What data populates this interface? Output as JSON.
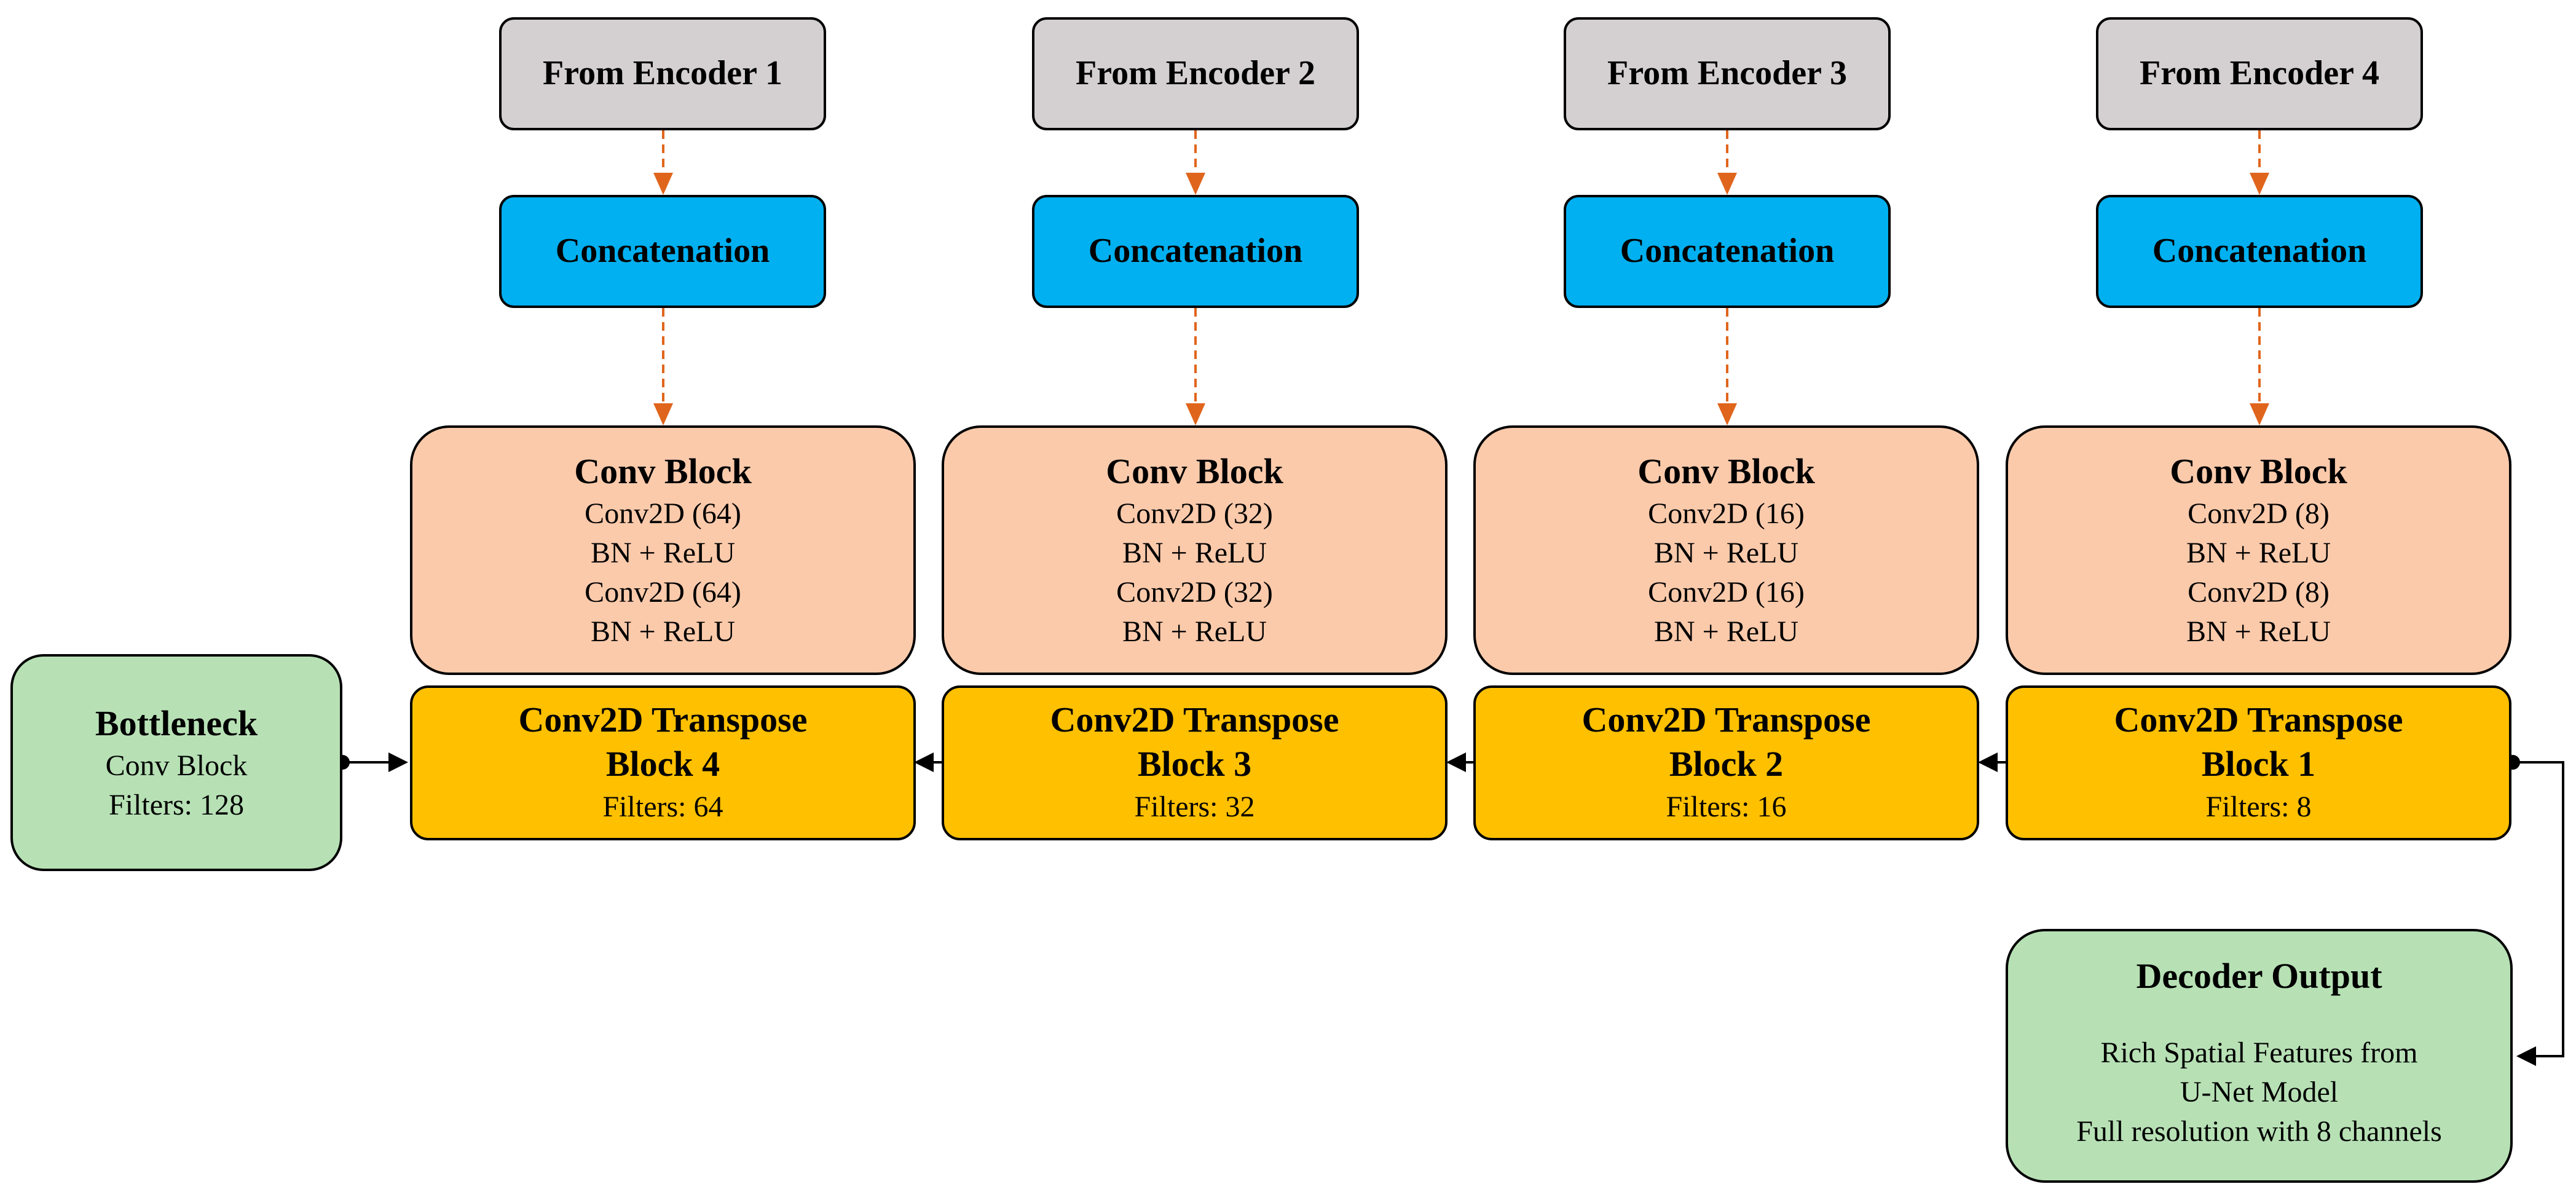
{
  "colors": {
    "encoder": "#d4d0d1",
    "concat": "#00b0f0",
    "conv": "#fbcaab",
    "transpose": "#ffc000",
    "green": "#b7e1b5",
    "skip_arrow": "#e0651c",
    "flow_arrow": "#000000"
  },
  "columns": [
    {
      "encoder": "From Encoder 1",
      "concat": "Concatenation",
      "conv": {
        "title": "Conv Block",
        "lines": [
          "Conv2D (64)",
          "BN + ReLU",
          "Conv2D (64)",
          "BN + ReLU"
        ]
      },
      "transpose": {
        "title1": "Conv2D Transpose",
        "title2": "Block 4",
        "filters": "Filters: 64"
      }
    },
    {
      "encoder": "From Encoder 2",
      "concat": "Concatenation",
      "conv": {
        "title": "Conv Block",
        "lines": [
          "Conv2D (32)",
          "BN + ReLU",
          "Conv2D (32)",
          "BN + ReLU"
        ]
      },
      "transpose": {
        "title1": "Conv2D Transpose",
        "title2": "Block 3",
        "filters": "Filters: 32"
      }
    },
    {
      "encoder": "From Encoder 3",
      "concat": "Concatenation",
      "conv": {
        "title": "Conv Block",
        "lines": [
          "Conv2D (16)",
          "BN + ReLU",
          "Conv2D (16)",
          "BN + ReLU"
        ]
      },
      "transpose": {
        "title1": "Conv2D Transpose",
        "title2": "Block 2",
        "filters": "Filters: 16"
      }
    },
    {
      "encoder": "From Encoder 4",
      "concat": "Concatenation",
      "conv": {
        "title": "Conv Block",
        "lines": [
          "Conv2D (8)",
          "BN + ReLU",
          "Conv2D (8)",
          "BN + ReLU"
        ]
      },
      "transpose": {
        "title1": "Conv2D Transpose",
        "title2": "Block 1",
        "filters": "Filters: 8"
      }
    }
  ],
  "bottleneck": {
    "title": "Bottleneck",
    "line1": "Conv Block",
    "line2": "Filters: 128"
  },
  "output": {
    "title": "Decoder Output",
    "line1": "Rich Spatial Features from",
    "line2": "U-Net Model",
    "line3": "Full resolution with 8 channels"
  }
}
